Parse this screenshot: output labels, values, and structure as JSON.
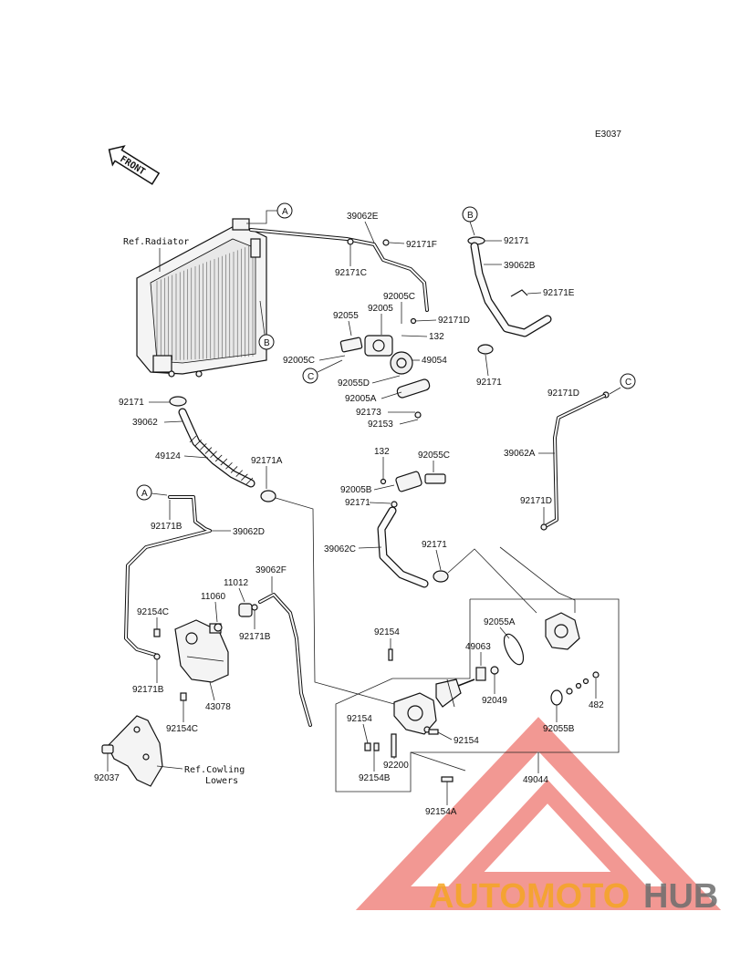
{
  "diagram_code": "E3037",
  "front_label": "FRONT",
  "refs": {
    "radiator": "Ref.Radiator",
    "cowling_line1": "Ref.Cowling",
    "cowling_line2": "Lowers"
  },
  "circle_labels": {
    "a": "A",
    "b": "B",
    "c": "C"
  },
  "parts": {
    "p39062E": "39062E",
    "p92171F": "92171F",
    "p92171C": "92171C",
    "p92171_top": "92171",
    "p39062B": "39062B",
    "p92171E": "92171E",
    "p92005C_top": "92005C",
    "p92055": "92055",
    "p92005": "92005",
    "p92171D_top": "92171D",
    "p132_top": "132",
    "p92005C_left": "92005C",
    "p49054": "49054",
    "p92055D": "92055D",
    "p92171_mid": "92171",
    "p92005A": "92005A",
    "p92173": "92173",
    "p92153": "92153",
    "p92171D_c": "92171D",
    "p92171_left": "92171",
    "p39062": "39062",
    "p49124": "49124",
    "p92171A": "92171A",
    "p132_mid": "132",
    "p92055C": "92055C",
    "p92005B": "92005B",
    "p92171_pipe": "92171",
    "p39062A": "39062A",
    "p92171B_top": "92171B",
    "p39062D": "39062D",
    "p92171D_mid": "92171D",
    "p39062C": "39062C",
    "p92171_lower": "92171",
    "p39062F": "39062F",
    "p11012": "11012",
    "p11060": "11060",
    "p92154C_top": "92154C",
    "p92171B_mid": "92171B",
    "p92055A": "92055A",
    "p92154_top": "92154",
    "p49063": "49063",
    "p92049": "92049",
    "p482": "482",
    "p92171B_low": "92171B",
    "p43078": "43078",
    "p92154C_low": "92154C",
    "p92154_left": "92154",
    "p92154_right": "92154",
    "p92200": "92200",
    "p92055B": "92055B",
    "p49044": "49044",
    "p92154B": "92154B",
    "p92037": "92037",
    "p92154A": "92154A"
  },
  "watermark": {
    "part1": "AUTOMOTO",
    "part2": "HUB"
  },
  "colors": {
    "watermark_red": "#e8453c",
    "watermark_orange": "#f5a623",
    "watermark_gray": "#6d6d6d"
  }
}
